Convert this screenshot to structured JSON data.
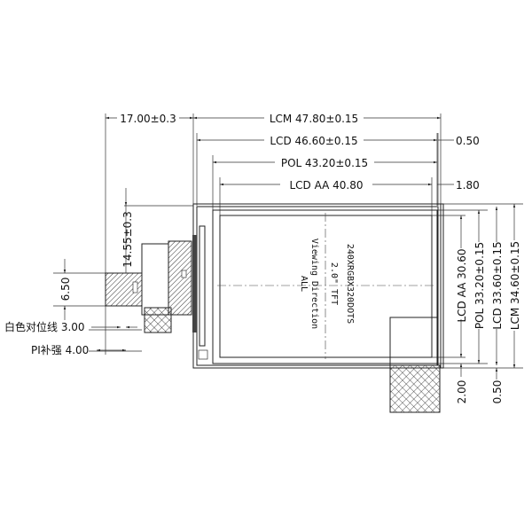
{
  "dimensions": {
    "fpc_offset": "17.00±0.3",
    "lcm_width": "LCM  47.80±0.15",
    "lcd_width": "LCD  46.60±0.15",
    "lcd_right_gap": "0.50",
    "pol_width": "POL  43.20±0.15",
    "aa_width": "LCD  AA  40.80",
    "aa_right_gap": "1.80",
    "fpc_height": "14.55±0.3",
    "tail_width": "6.50",
    "align_line_label": "白色对位线  3.00",
    "pi_stiffener_label": "PI补强  4.00",
    "aa_height": "LCD  AA  30.60",
    "pol_height": "POL  33.20±0.15",
    "lcd_height": "LCD  33.60±0.15",
    "lcm_height": "LCM  34.60±0.15",
    "aa_bottom_gap": "2.00",
    "lcd_bottom_gap": "0.50"
  },
  "panel_text": {
    "resolution": "240XRGBX320DOTS",
    "size": "2.0\" TFT",
    "viewing": "Viewing Direction",
    "viewing_value": "ALL"
  }
}
